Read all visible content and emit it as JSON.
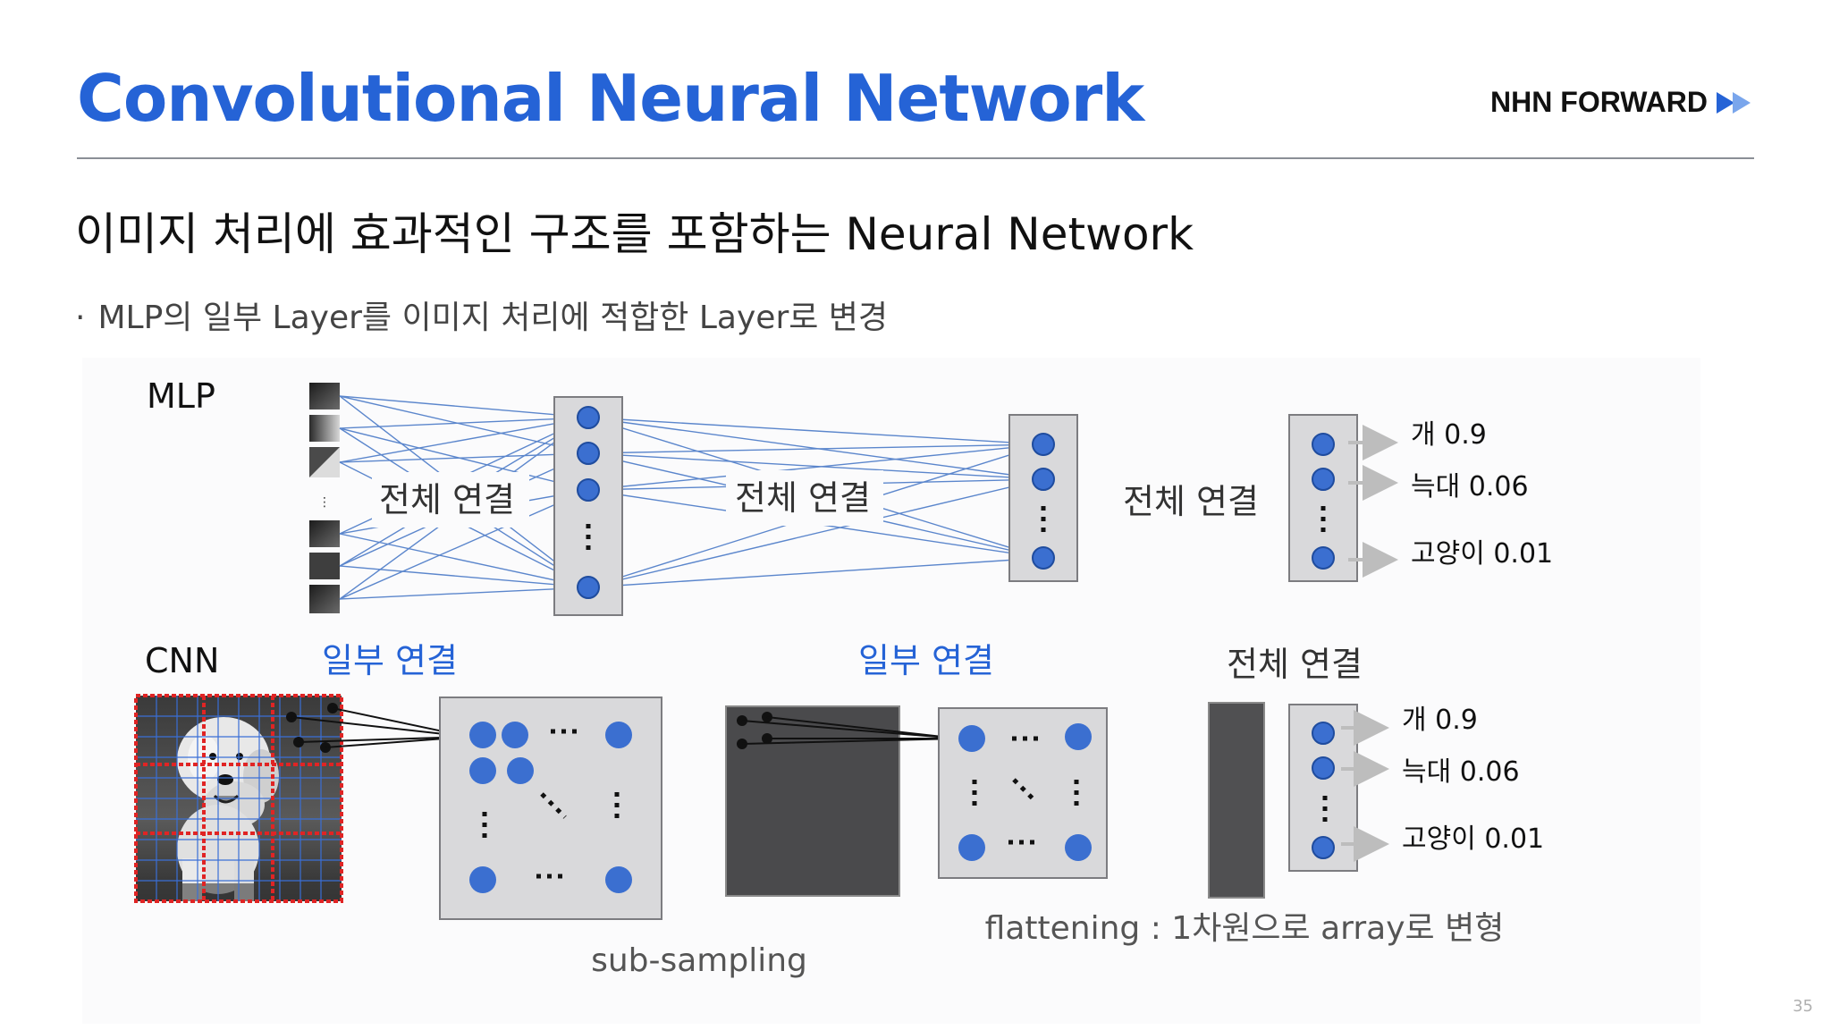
{
  "header": {
    "title": "Convolutional Neural Network",
    "logo_text": "NHN FORWARD",
    "logo_icon": "double-arrow-icon"
  },
  "subtitle": "이미지 처리에 효과적인 구조를 포함하는 Neural Network",
  "bullet": {
    "marker": "·",
    "text": "MLP의 일부 Layer를 이미지 처리에 적합한 Layer로 변경"
  },
  "diagram": {
    "mlp": {
      "label": "MLP",
      "conn_label_1": "전체 연결",
      "conn_label_2": "전체 연결",
      "conn_label_3": "전체 연결",
      "input_dots": "⋮",
      "outputs": [
        {
          "label": "개 0.9"
        },
        {
          "label": "늑대 0.06"
        },
        {
          "label": "고양이 0.01"
        }
      ]
    },
    "cnn": {
      "label": "CNN",
      "conn_label_1": "일부 연결",
      "conn_label_2": "일부 연결",
      "conn_label_3": "전체 연결",
      "subsampling_label": "sub-sampling",
      "flattening_label": "flattening : 1차원으로 array로 변형",
      "outputs": [
        {
          "label": "개 0.9"
        },
        {
          "label": "늑대 0.06"
        },
        {
          "label": "고양이 0.01"
        }
      ]
    },
    "colors": {
      "node_fill": "#3b6fd0",
      "node_stroke": "#1f4c9e",
      "box_fill": "#d9d9db",
      "box_stroke": "#7c7c80",
      "connection": "#5b86cc",
      "arrow": "#bdbdbd",
      "dark_map": "#4a4a4c",
      "grid_red": "#e02424",
      "grid_blue": "#3a6fd6",
      "accent_blue": "#2563d6"
    }
  },
  "page_number": "35"
}
